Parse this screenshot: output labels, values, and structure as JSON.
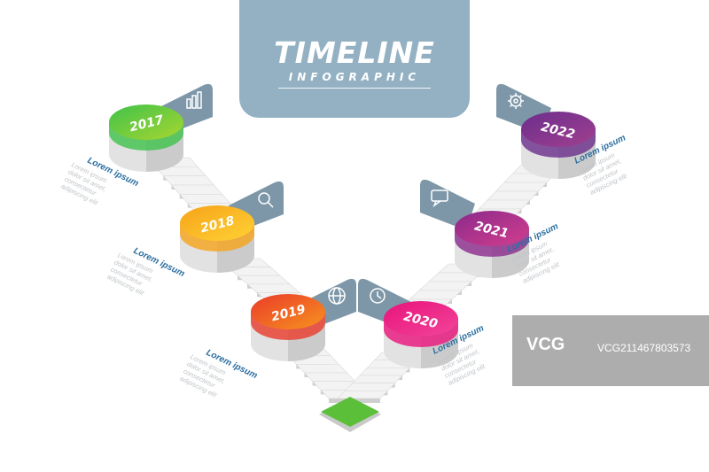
{
  "header": {
    "title": "TIMELINE",
    "subtitle": "INFOGRAPHIC",
    "bg_color": "#93b1c3"
  },
  "steps": [
    {
      "year": "2017",
      "heading": "Lorem ipsum",
      "body": [
        "Lorem ipsum",
        "dolor sit amet,",
        "consectetur",
        "adipiscing elit"
      ],
      "icon": "bar-chart-icon",
      "color_a": "#3fc24a",
      "color_b": "#a8d630"
    },
    {
      "year": "2018",
      "heading": "Lorem ipsum",
      "body": [
        "Lorem ipsum",
        "dolor sit amet,",
        "consectetur",
        "adipiscing elit"
      ],
      "icon": "magnifier-icon",
      "color_a": "#f6a21a",
      "color_b": "#ffd234"
    },
    {
      "year": "2019",
      "heading": "Lorem ipsum",
      "body": [
        "Lorem ipsum",
        "dolor sit amet,",
        "consectetur",
        "adipiscing elit"
      ],
      "icon": "globe-icon",
      "color_a": "#ea3b2a",
      "color_b": "#f7931e"
    },
    {
      "year": "2020",
      "heading": "Lorem ipsum",
      "body": [
        "Lorem ipsum",
        "dolor sit amet,",
        "consectetur",
        "adipiscing elit"
      ],
      "icon": "clock-icon",
      "color_a": "#e8137a",
      "color_b": "#f2459a"
    },
    {
      "year": "2021",
      "heading": "Lorem ipsum",
      "body": [
        "Lorem ipsum",
        "dolor sit amet,",
        "consectetur",
        "adipiscing elit"
      ],
      "icon": "chat-icon",
      "color_a": "#8b2a8c",
      "color_b": "#d23e8d"
    },
    {
      "year": "2022",
      "heading": "Lorem ipsum",
      "body": [
        "Lorem ipsum",
        "dolor sit amet,",
        "consectetur",
        "adipiscing elit"
      ],
      "icon": "gear-icon",
      "color_a": "#6b2e8c",
      "color_b": "#a1408f"
    }
  ],
  "watermark": {
    "logo": "VCG",
    "text": "VCG211467803573"
  },
  "colors": {
    "heading": "#2a6ea0",
    "body": "#c0c4c8",
    "tab": "#7d97a8",
    "stair_top": "#f3f3f3",
    "stair_side": "#cfcfcf",
    "base": "#5bbf3a"
  }
}
